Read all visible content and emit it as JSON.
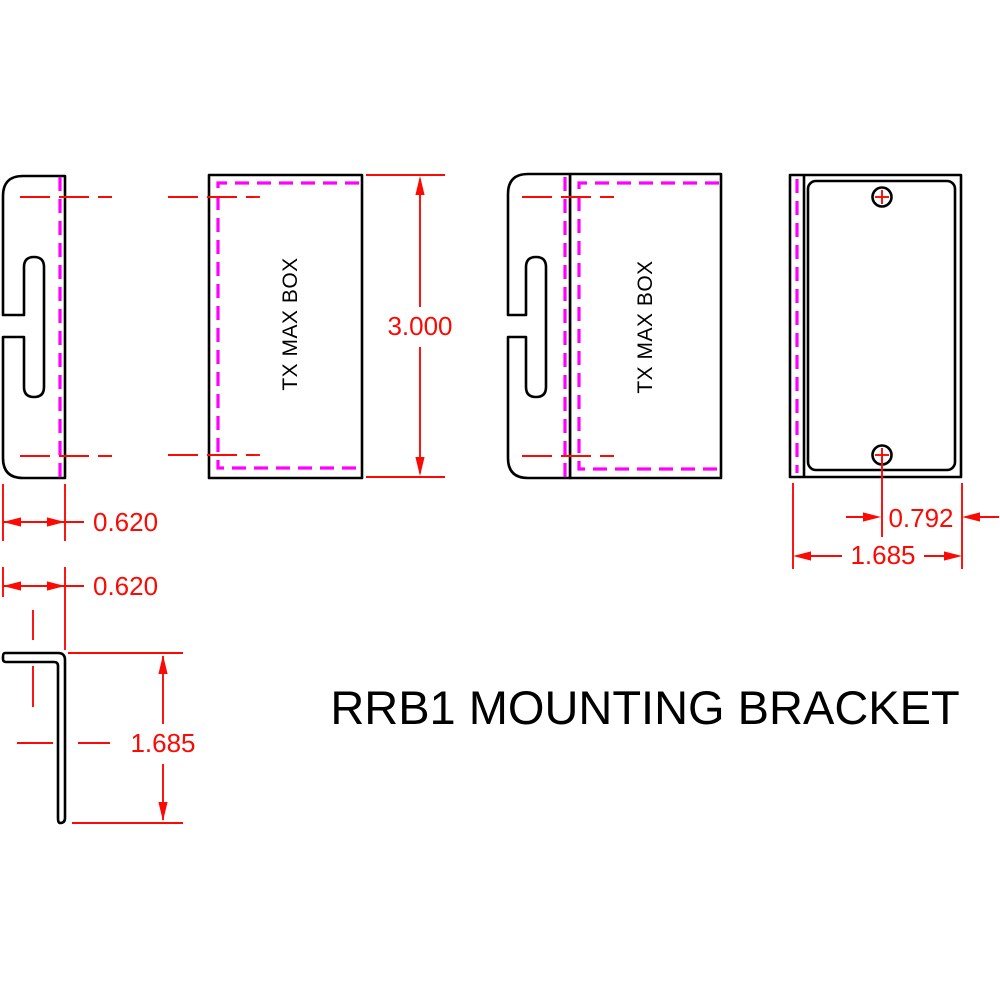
{
  "title": "RRB1 MOUNTING BRACKET",
  "box_label": "TX MAX BOX",
  "colors": {
    "line": "#000000",
    "dimension": "#fb0a05",
    "hidden": "#ff00ff"
  },
  "dimensions": {
    "box_height": "3.000",
    "bracket_width": "0.620",
    "flange_width": "0.620",
    "leg_height": "1.685",
    "screw_to_edge": "0.792",
    "overall_width": "1.685"
  }
}
